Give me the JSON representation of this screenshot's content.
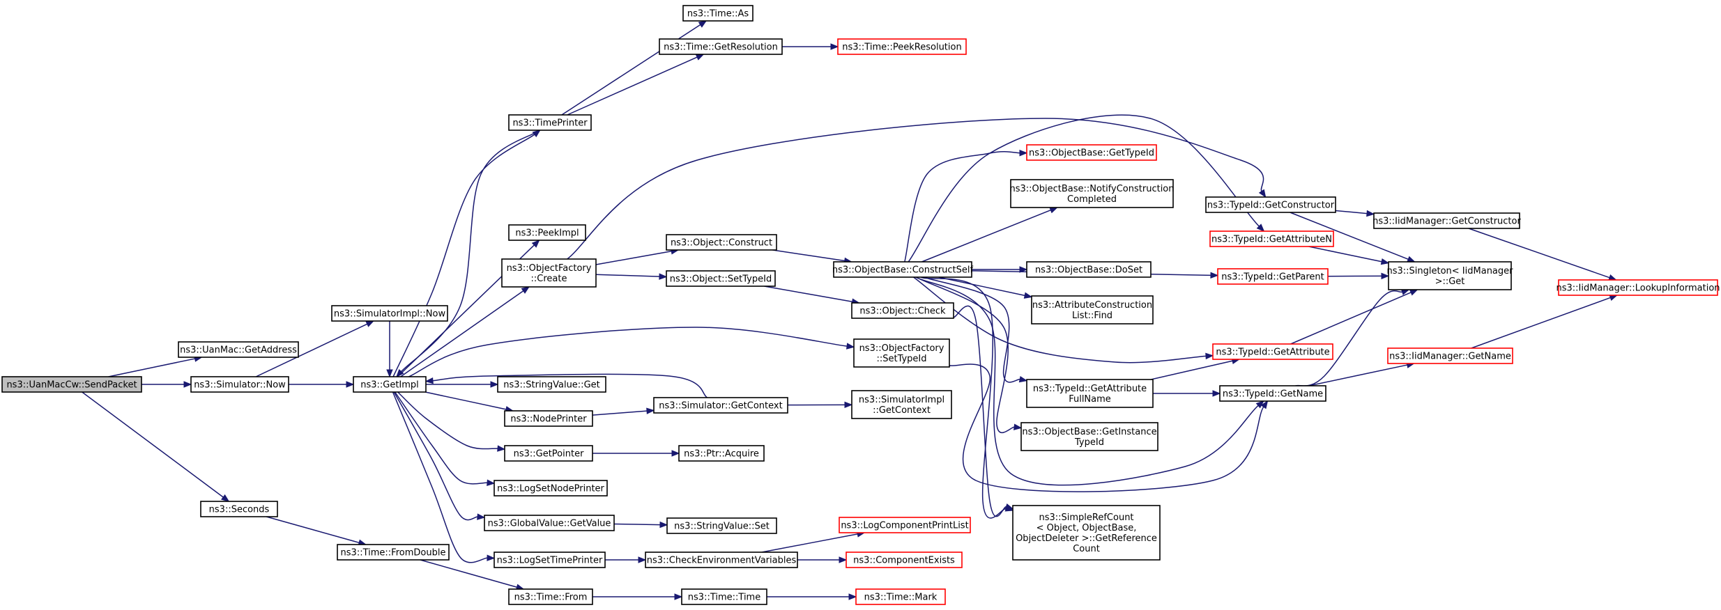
{
  "colors": {
    "edge": "#191970",
    "node_border": "#000000",
    "node_border_incomplete": "#ff0000",
    "root_fill": "#bfbfbf",
    "background": "#ffffff"
  },
  "nodes": {
    "root": {
      "lines": [
        "ns3::UanMacCw::SendPacket"
      ],
      "kind": "root"
    },
    "getaddress": {
      "lines": [
        "ns3::UanMac::GetAddress"
      ],
      "kind": "normal"
    },
    "simnow": {
      "lines": [
        "ns3::Simulator::Now"
      ],
      "kind": "normal"
    },
    "seconds": {
      "lines": [
        "ns3::Seconds"
      ],
      "kind": "normal"
    },
    "simimplnow": {
      "lines": [
        "ns3::SimulatorImpl::Now"
      ],
      "kind": "normal"
    },
    "getimpl": {
      "lines": [
        "ns3::GetImpl"
      ],
      "kind": "normal"
    },
    "fromdouble": {
      "lines": [
        "ns3::Time::FromDouble"
      ],
      "kind": "normal"
    },
    "timeprinter": {
      "lines": [
        "ns3::TimePrinter"
      ],
      "kind": "normal"
    },
    "peekimpl": {
      "lines": [
        "ns3::PeekImpl"
      ],
      "kind": "normal"
    },
    "ofcreate": {
      "lines": [
        "ns3::ObjectFactory",
        "::Create"
      ],
      "kind": "normal"
    },
    "stringget": {
      "lines": [
        "ns3::StringValue::Get"
      ],
      "kind": "normal"
    },
    "nodeprinter": {
      "lines": [
        "ns3::NodePrinter"
      ],
      "kind": "normal"
    },
    "getpointer": {
      "lines": [
        "ns3::GetPointer"
      ],
      "kind": "normal"
    },
    "logsetnode": {
      "lines": [
        "ns3::LogSetNodePrinter"
      ],
      "kind": "normal"
    },
    "gvgetvalue": {
      "lines": [
        "ns3::GlobalValue::GetValue"
      ],
      "kind": "normal"
    },
    "logsettime": {
      "lines": [
        "ns3::LogSetTimePrinter"
      ],
      "kind": "normal"
    },
    "timefrom": {
      "lines": [
        "ns3::Time::From"
      ],
      "kind": "normal"
    },
    "timeas": {
      "lines": [
        "ns3::Time::As"
      ],
      "kind": "normal"
    },
    "getresolution": {
      "lines": [
        "ns3::Time::GetResolution"
      ],
      "kind": "normal"
    },
    "peekresolution": {
      "lines": [
        "ns3::Time::PeekResolution"
      ],
      "kind": "red"
    },
    "objconstruct": {
      "lines": [
        "ns3::Object::Construct"
      ],
      "kind": "normal"
    },
    "objsettypeid": {
      "lines": [
        "ns3::Object::SetTypeId"
      ],
      "kind": "normal"
    },
    "simgetcontext": {
      "lines": [
        "ns3::Simulator::GetContext"
      ],
      "kind": "normal"
    },
    "ptracquire": {
      "lines": [
        "ns3::Ptr::Acquire"
      ],
      "kind": "normal"
    },
    "stringset": {
      "lines": [
        "ns3::StringValue::Set"
      ],
      "kind": "normal"
    },
    "checkenv": {
      "lines": [
        "ns3::CheckEnvironmentVariables"
      ],
      "kind": "normal"
    },
    "timetime": {
      "lines": [
        "ns3::Time::Time"
      ],
      "kind": "normal"
    },
    "obconstructself": {
      "lines": [
        "ns3::ObjectBase::ConstructSelf"
      ],
      "kind": "normal"
    },
    "objcheck": {
      "lines": [
        "ns3::Object::Check"
      ],
      "kind": "normal"
    },
    "ofsettypeid": {
      "lines": [
        "ns3::ObjectFactory",
        "::SetTypeId"
      ],
      "kind": "normal"
    },
    "simimplgetcontext": {
      "lines": [
        "ns3::SimulatorImpl",
        "::GetContext"
      ],
      "kind": "normal"
    },
    "logcompprint": {
      "lines": [
        "ns3::LogComponentPrintList"
      ],
      "kind": "red"
    },
    "compexists": {
      "lines": [
        "ns3::ComponentExists"
      ],
      "kind": "red"
    },
    "timemark": {
      "lines": [
        "ns3::Time::Mark"
      ],
      "kind": "red"
    },
    "obgettypeid": {
      "lines": [
        "ns3::ObjectBase::GetTypeId"
      ],
      "kind": "red"
    },
    "obnotify": {
      "lines": [
        "ns3::ObjectBase::NotifyConstruction",
        "Completed"
      ],
      "kind": "normal"
    },
    "obdoset": {
      "lines": [
        "ns3::ObjectBase::DoSet"
      ],
      "kind": "normal"
    },
    "acfind": {
      "lines": [
        "ns3::AttributeConstruction",
        "List::Find"
      ],
      "kind": "normal"
    },
    "tidgetattrfull": {
      "lines": [
        "ns3::TypeId::GetAttribute",
        "FullName"
      ],
      "kind": "normal"
    },
    "obgetinstance": {
      "lines": [
        "ns3::ObjectBase::GetInstance",
        "TypeId"
      ],
      "kind": "normal"
    },
    "simplerefcount": {
      "lines": [
        "ns3::SimpleRefCount",
        "< Object, ObjectBase,",
        "ObjectDeleter >::GetReference",
        "Count"
      ],
      "kind": "normal"
    },
    "tidgetconstructor": {
      "lines": [
        "ns3::TypeId::GetConstructor"
      ],
      "kind": "normal"
    },
    "tidgetattrn": {
      "lines": [
        "ns3::TypeId::GetAttributeN"
      ],
      "kind": "red"
    },
    "tidgetparent": {
      "lines": [
        "ns3::TypeId::GetParent"
      ],
      "kind": "red"
    },
    "tidgetattr": {
      "lines": [
        "ns3::TypeId::GetAttribute"
      ],
      "kind": "red"
    },
    "tidgetname": {
      "lines": [
        "ns3::TypeId::GetName"
      ],
      "kind": "normal"
    },
    "iidgetconstructor": {
      "lines": [
        "ns3::IidManager::GetConstructor"
      ],
      "kind": "normal"
    },
    "singletonget": {
      "lines": [
        "ns3::Singleton< IidManager",
        " >::Get"
      ],
      "kind": "normal"
    },
    "iidgetname": {
      "lines": [
        "ns3::IidManager::GetName"
      ],
      "kind": "red"
    },
    "iidlookup": {
      "lines": [
        "ns3::IidManager::LookupInformation"
      ],
      "kind": "red"
    }
  },
  "edges": [
    [
      "root",
      "getaddress"
    ],
    [
      "root",
      "simnow"
    ],
    [
      "root",
      "seconds"
    ],
    [
      "simnow",
      "simimplnow"
    ],
    [
      "simnow",
      "getimpl"
    ],
    [
      "simimplnow",
      "getimpl"
    ],
    [
      "seconds",
      "fromdouble"
    ],
    [
      "fromdouble",
      "timefrom"
    ],
    [
      "getimpl",
      "timeprinter"
    ],
    [
      "getimpl",
      "peekimpl"
    ],
    [
      "getimpl",
      "ofcreate"
    ],
    [
      "getimpl",
      "stringget"
    ],
    [
      "getimpl",
      "nodeprinter"
    ],
    [
      "getimpl",
      "getpointer"
    ],
    [
      "getimpl",
      "logsetnode"
    ],
    [
      "getimpl",
      "gvgetvalue"
    ],
    [
      "getimpl",
      "logsettime"
    ],
    [
      "getimpl",
      "ofsettypeid"
    ],
    [
      "timeprinter",
      "timeas"
    ],
    [
      "timeprinter",
      "getresolution"
    ],
    [
      "timeprinter",
      "getimpl"
    ],
    [
      "getresolution",
      "peekresolution"
    ],
    [
      "ofcreate",
      "objconstruct"
    ],
    [
      "ofcreate",
      "objsettypeid"
    ],
    [
      "ofcreate",
      "tidgetconstructor"
    ],
    [
      "objconstruct",
      "obconstructself"
    ],
    [
      "objsettypeid",
      "objcheck"
    ],
    [
      "nodeprinter",
      "simgetcontext"
    ],
    [
      "simgetcontext",
      "getimpl"
    ],
    [
      "simgetcontext",
      "simimplgetcontext"
    ],
    [
      "getpointer",
      "ptracquire"
    ],
    [
      "gvgetvalue",
      "stringset"
    ],
    [
      "logsettime",
      "checkenv"
    ],
    [
      "checkenv",
      "logcompprint"
    ],
    [
      "checkenv",
      "compexists"
    ],
    [
      "timefrom",
      "timetime"
    ],
    [
      "timetime",
      "timemark"
    ],
    [
      "obconstructself",
      "obgettypeid"
    ],
    [
      "obconstructself",
      "obnotify"
    ],
    [
      "obconstructself",
      "tidgetattrn"
    ],
    [
      "obconstructself",
      "tidgetparent"
    ],
    [
      "obconstructself",
      "obdoset"
    ],
    [
      "obconstructself",
      "acfind"
    ],
    [
      "obconstructself",
      "tidgetattr"
    ],
    [
      "obconstructself",
      "tidgetattrfull"
    ],
    [
      "obconstructself",
      "obgetinstance"
    ],
    [
      "obconstructself",
      "simplerefcount"
    ],
    [
      "obconstructself",
      "tidgetname"
    ],
    [
      "objcheck",
      "simplerefcount"
    ],
    [
      "ofsettypeid",
      "tidgetname"
    ],
    [
      "tidgetattrfull",
      "tidgetattr"
    ],
    [
      "tidgetattrfull",
      "tidgetname"
    ],
    [
      "tidgetconstructor",
      "iidgetconstructor"
    ],
    [
      "tidgetconstructor",
      "singletonget"
    ],
    [
      "tidgetattrn",
      "singletonget"
    ],
    [
      "tidgetparent",
      "singletonget"
    ],
    [
      "tidgetattr",
      "singletonget"
    ],
    [
      "tidgetname",
      "singletonget"
    ],
    [
      "tidgetname",
      "iidgetname"
    ],
    [
      "iidgetconstructor",
      "iidlookup"
    ],
    [
      "iidgetname",
      "iidlookup"
    ]
  ]
}
